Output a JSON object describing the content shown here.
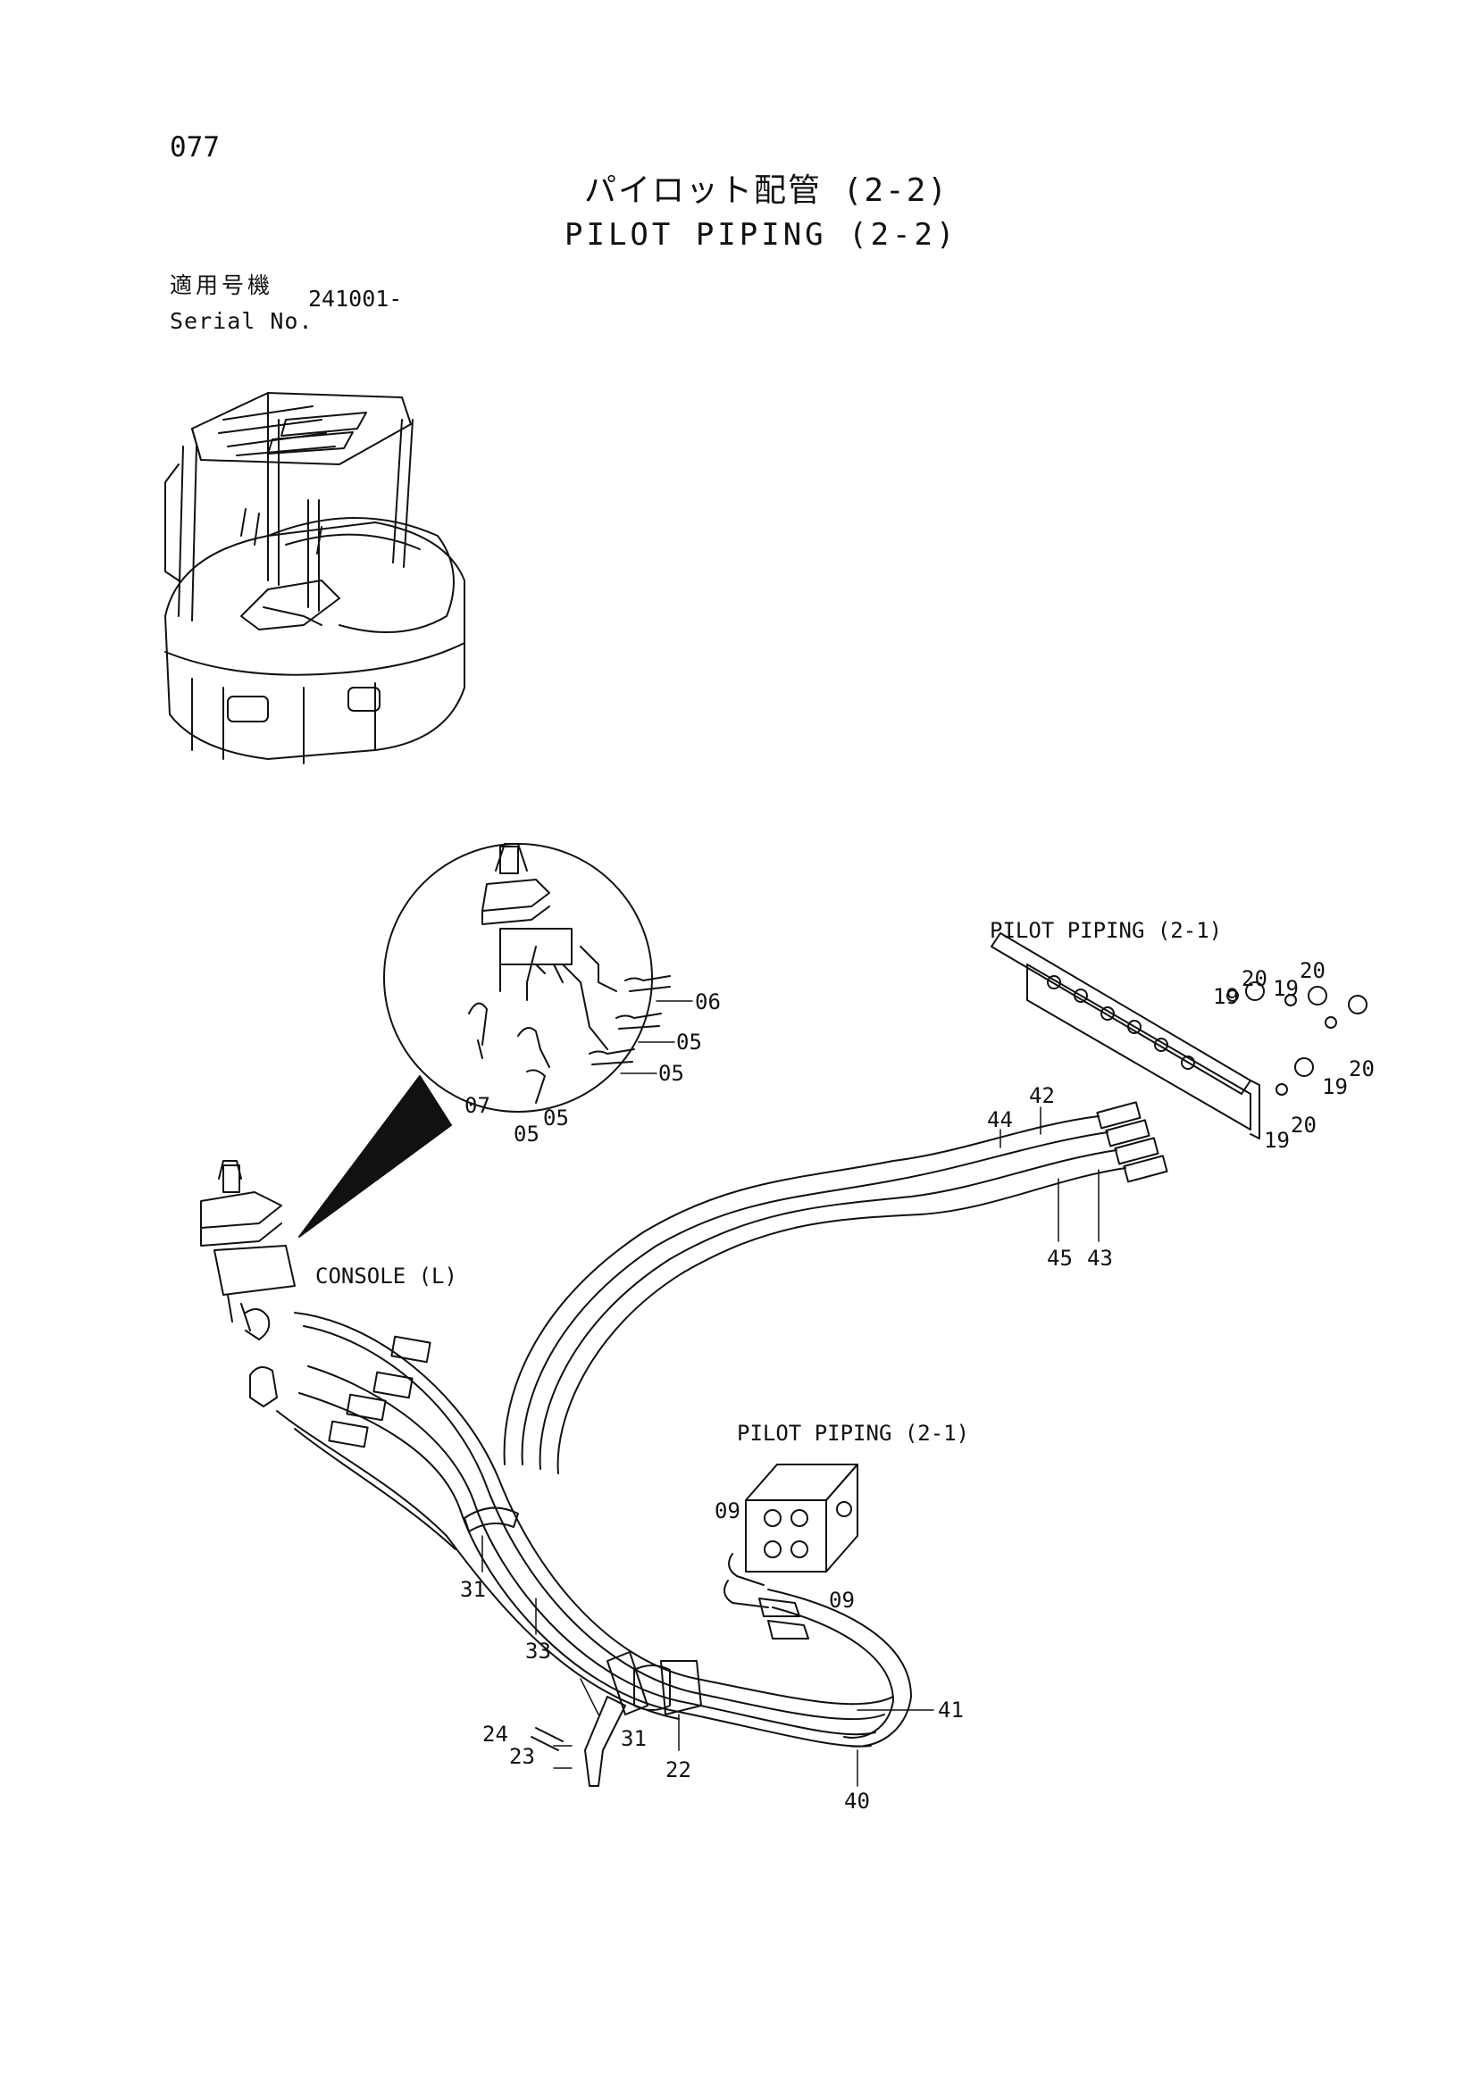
{
  "page_number": "077",
  "title_jp": "パイロット配管 (2-2)",
  "title_en": "PILOT PIPING (2-2)",
  "serial": {
    "label_jp": "適用号機",
    "label_en": "Serial No.",
    "value": "241001-"
  },
  "callouts": {
    "pilot_piping_upper": "PILOT PIPING (2-1)",
    "pilot_piping_lower": "PILOT PIPING (2-1)",
    "console": "CONSOLE (L)"
  },
  "part_labels": {
    "p06": "06",
    "p05a": "05",
    "p05b": "05",
    "p07": "07",
    "p05c": "05",
    "p05d": "05",
    "p19a": "19",
    "p20a": "20",
    "p19b": "19",
    "p20b": "20",
    "p20c": "20",
    "p19c": "19",
    "p20d": "20",
    "p19d": "19",
    "p42": "42",
    "p44": "44",
    "p45": "45",
    "p43": "43",
    "p09a": "09",
    "p09b": "09",
    "p31a": "31",
    "p33": "33",
    "p24": "24",
    "p23": "23",
    "p31b": "31",
    "p22": "22",
    "p41": "41",
    "p40": "40"
  }
}
